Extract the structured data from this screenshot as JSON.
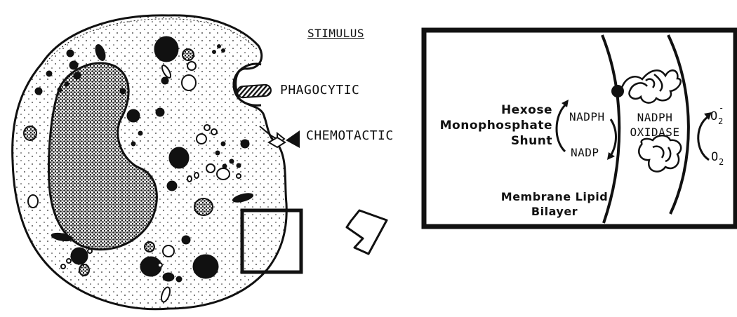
{
  "labels": {
    "stimulus": "STIMULUS",
    "phagocytic": "PHAGOCYTIC",
    "chemotactic": "CHEMOTACTIC",
    "hexose_line1": "Hexose",
    "hexose_line2": "Monophosphate",
    "hexose_line3": "Shunt",
    "nadph": "NADPH",
    "nadp": "NADP",
    "oxidase_line1": "NADPH",
    "oxidase_line2": "OXIDASE",
    "membrane_line1": "Membrane Lipid",
    "membrane_line2": "Bilayer",
    "o2_top": "O",
    "o2_top_sub": "2",
    "o2_top_sup": "-",
    "o2_bottom": "O",
    "o2_bottom_sub": "2"
  },
  "colors": {
    "ink": "#111111",
    "background": "#ffffff",
    "nucleus": "#1a1a1a"
  },
  "icons": [
    "cell-outline",
    "nucleus",
    "granules",
    "zoom-box",
    "hollow-arrow-icon",
    "membrane-curves",
    "oxidase-protein"
  ]
}
